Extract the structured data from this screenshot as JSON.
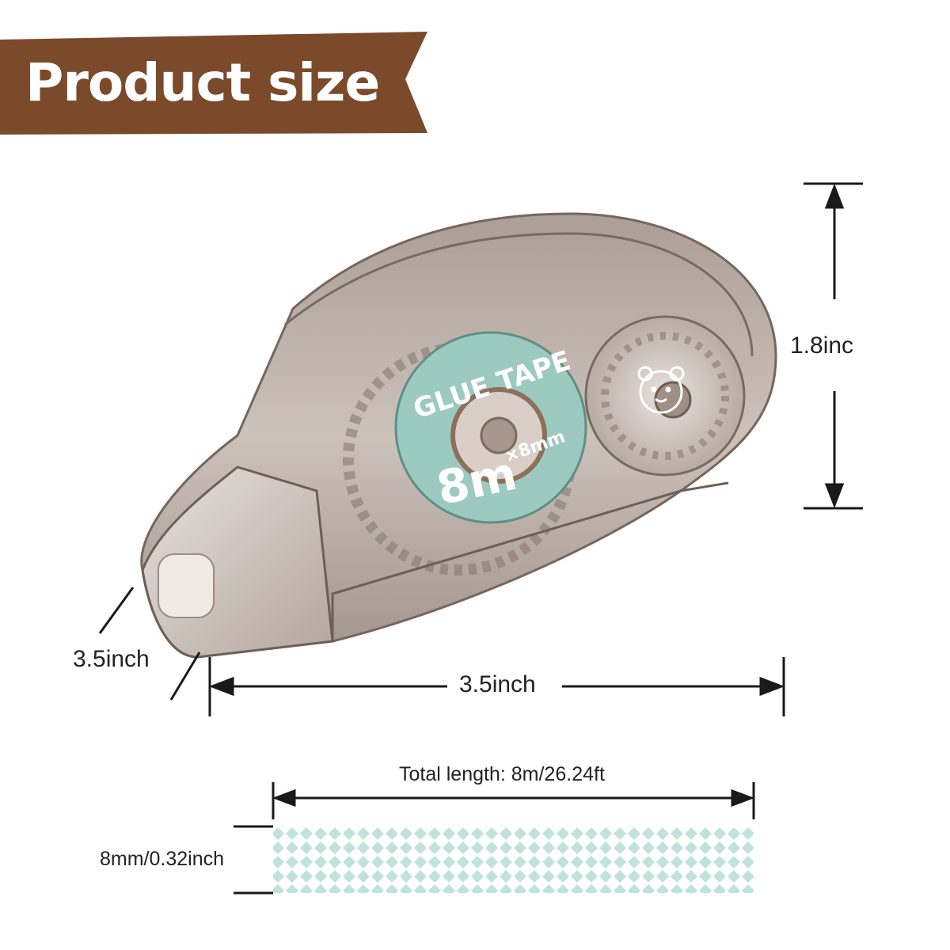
{
  "banner": {
    "title": "Product size",
    "color": "#7a4a2b"
  },
  "product": {
    "tape_label": {
      "name": "GLUE TAPE",
      "length": "8m",
      "size": "×8mm"
    }
  },
  "dimensions": {
    "height": "1.8inc",
    "depth": "3.5inch",
    "width": "3.5inch",
    "total_length": "Total length: 8m/26.24ft",
    "tape_width": "8mm/0.32inch"
  },
  "colors": {
    "shell": "#8c7b70",
    "tape": "#9cc9c0",
    "pattern": "#bfe3da"
  }
}
